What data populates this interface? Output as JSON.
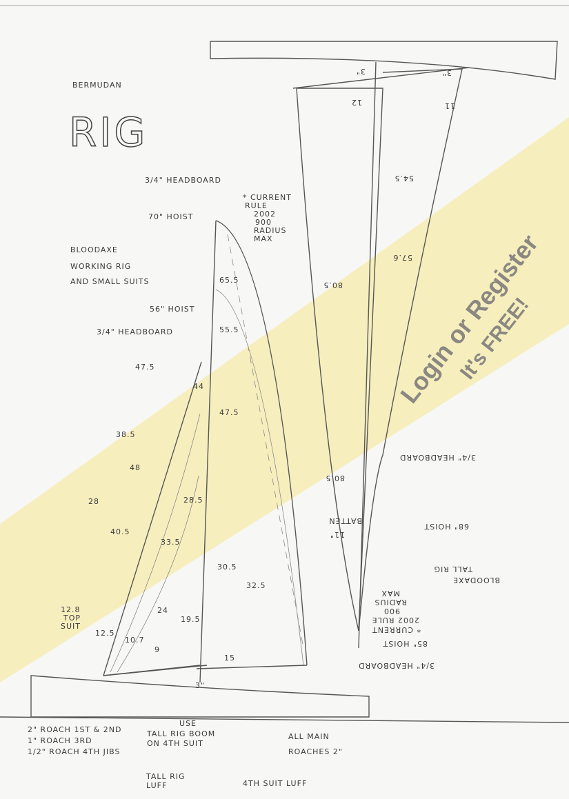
{
  "title": {
    "small": "BERMUDAN",
    "big": "RIG"
  },
  "working_rig": {
    "line1": "BLOODAXE",
    "line2": "WORKING RIG",
    "line3": "AND SMALL SUITS"
  },
  "labels": {
    "headboard_top": "3/4\" HEADBOARD",
    "hoist_70": "70\" HOIST",
    "current_rule": [
      "* CURRENT",
      "RULE",
      "2002",
      "900",
      "RADIUS",
      "MAX"
    ],
    "hoist_56": "56\" HOIST",
    "headboard_mid": "3/4\" HEADBOARD",
    "top_suit": [
      "12.8",
      "TOP",
      "SUIT"
    ],
    "boom": "3\""
  },
  "measurements": [
    "65.5",
    "55.5",
    "47.5",
    "44",
    "47.5",
    "38.5",
    "48",
    "28",
    "28.5",
    "40.5",
    "33.5",
    "30.5",
    "32.5",
    "24",
    "19.5",
    "12.5",
    "10.7",
    "9",
    "15"
  ],
  "tall_rig": {
    "measurements": [
      "3\"",
      "3\"",
      "12",
      "11",
      "54.5",
      "57.6",
      "80.5",
      "80.5"
    ],
    "headboard": "3/4\" HEADBOARD",
    "hoist_68": "68\" HOIST",
    "batten": "BATTEN",
    "notch": "11\"",
    "title": [
      "BLOODAXE",
      "TALL RIG"
    ],
    "rule": [
      "* CURRENT",
      "2002 RULE",
      "900",
      "RADIUS",
      "MAX"
    ],
    "hoist_85": "85\" HOIST",
    "headboard2": "3/4\" HEADBOARD"
  },
  "notes": {
    "roach": [
      "2\" ROACH 1ST & 2ND",
      "1\" ROACH 3RD",
      "1/2\" ROACH 4TH JIBS"
    ],
    "boom": [
      "USE",
      "TALL RIG BOOM",
      "ON 4TH SUIT"
    ],
    "main": [
      "ALL MAIN",
      "ROACHES 2\""
    ],
    "luff_tall": [
      "TALL RIG",
      "LUFF"
    ],
    "luff_4th": "4TH SUIT LUFF"
  },
  "watermark": {
    "line1": "Login or Register",
    "line2": "It's FREE!",
    "color": "#f6e9a6"
  }
}
